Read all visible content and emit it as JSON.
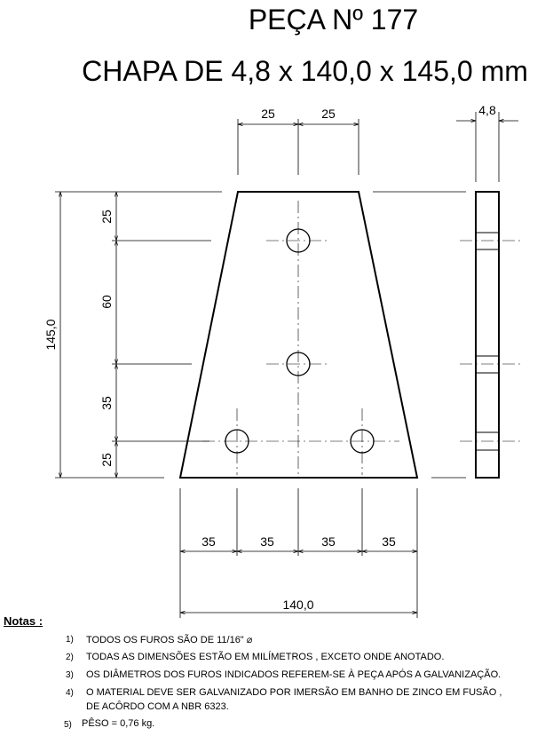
{
  "header": {
    "title": "PEÇA Nº 177",
    "subtitle": "CHAPA DE 4,8 x 140,0 x 145,0 mm"
  },
  "dimensions": {
    "top_left": "25",
    "top_right": "25",
    "thickness": "4,8",
    "overall_height": "145,0",
    "v1": "25",
    "v2": "60",
    "v3": "35",
    "v4": "25",
    "b1": "35",
    "b2": "35",
    "b3": "35",
    "b4": "35",
    "overall_width": "140,0"
  },
  "notes": {
    "heading": "Notas :",
    "items": [
      {
        "num": "1)",
        "text": "TODOS OS FUROS SÃO  DE  11/16\" ⌀"
      },
      {
        "num": "2)",
        "text": "TODAS AS DIMENSÕES ESTÃO EM MILÍMETROS , EXCETO ONDE ANOTADO."
      },
      {
        "num": "3)",
        "text": "OS DIÂMETROS DOS FUROS INDICADOS REFEREM-SE À PEÇA APÓS A GALVANIZAÇÃO."
      },
      {
        "num": "4)",
        "text": "O MATERIAL DEVE SER GALVANIZADO POR IMERSÃO EM BANHO DE ZINCO EM FUSÃO ,",
        "text2": "DE ACÔRDO COM A NBR 6323."
      },
      {
        "num": "5)",
        "text": "PÊSO = 0,76 kg."
      }
    ]
  }
}
